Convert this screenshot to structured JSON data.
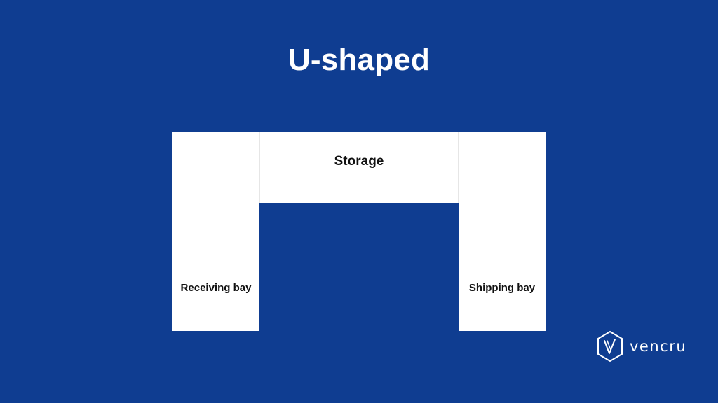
{
  "title": "U-shaped",
  "zones": {
    "storage": "Storage",
    "receiving": "Receiving bay",
    "shipping": "Shipping bay"
  },
  "logo": {
    "text": "vencru",
    "icon": "hexagon-v-icon"
  },
  "colors": {
    "background": "#0f3d91",
    "blocks": "#ffffff",
    "label_text": "#111111",
    "title_text": "#ffffff"
  }
}
